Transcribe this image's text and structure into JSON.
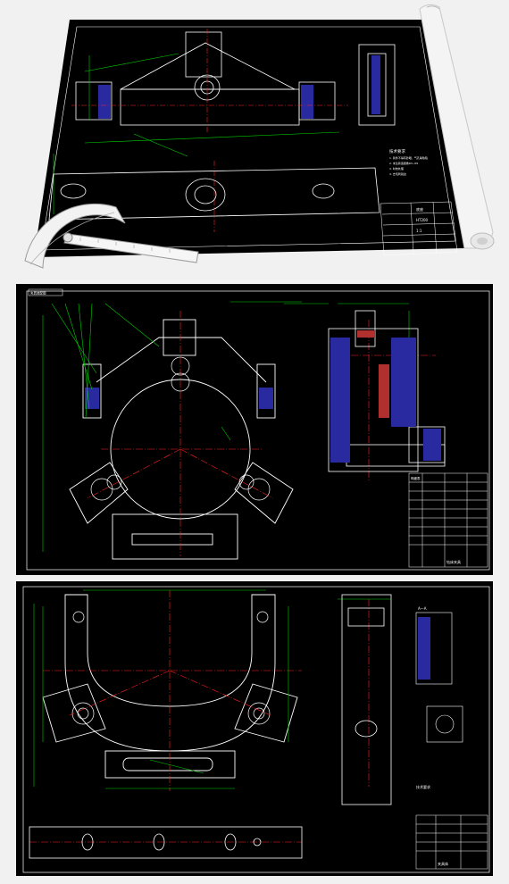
{
  "drawings": {
    "top": {
      "notes_title": "技术要求",
      "notes": [
        "1. 铸件不得有砂眼、气孔等缺陷",
        "2. 未注铸造圆角R3~R5",
        "3. 时效处理",
        "4. 去毛刺锐边"
      ],
      "title_block": [
        "底座",
        "HT200",
        "1:1"
      ]
    },
    "mid": {
      "header_tag": "夹具装配图",
      "table_caption": "明细表",
      "title_block": "钻床夹具"
    },
    "bot": {
      "notes_title": "技术要求",
      "title_block": "夹具体",
      "part_label": "A—A"
    }
  },
  "colors": {
    "line": "#ffffff",
    "dim": "#00d000",
    "center": "#ff2020",
    "hatch": "#2a2aa0",
    "paper": "#000000"
  },
  "icons": [
    "protractor-icon",
    "rolled-paper-icon"
  ]
}
